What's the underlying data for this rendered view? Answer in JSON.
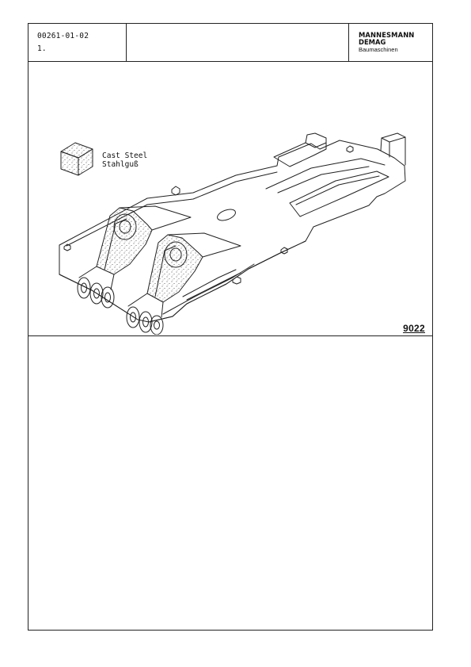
{
  "header": {
    "doc_number": "00261-01-02",
    "revision": "1.",
    "logo": {
      "brand": "MANNESMANN",
      "sub_brand": "DEMAG",
      "division": "Baumaschinen"
    }
  },
  "figure": {
    "number": "9022",
    "legend": {
      "material_en": "Cast Steel",
      "material_de": "Stahlguß"
    }
  },
  "colors": {
    "line": "#222222",
    "paper": "#ffffff"
  }
}
